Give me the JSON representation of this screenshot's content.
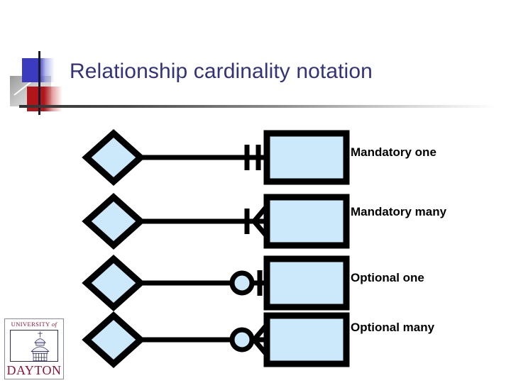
{
  "slide": {
    "title": "Relationship cardinality notation",
    "background_color": "#ffffff",
    "title_color": "#33337a"
  },
  "decor": {
    "blue_block_color": "#3b3bbf",
    "red_block_color": "#b01519",
    "gray_block_color": "#c9c9c9",
    "rule_color": "#333333"
  },
  "diagram": {
    "shape_fill": "#cce8fb",
    "shape_stroke": "#000000",
    "rows": [
      {
        "label": "Mandatory one",
        "relationship_shape": "diamond",
        "entity_shape": "rectangle",
        "cardinality": "mandatory-one",
        "connector_symbol": "double-tick"
      },
      {
        "label": "Mandatory many",
        "relationship_shape": "diamond",
        "entity_shape": "rectangle",
        "cardinality": "mandatory-many",
        "connector_symbol": "tick-crowsfoot"
      },
      {
        "label": "Optional one",
        "relationship_shape": "diamond",
        "entity_shape": "rectangle",
        "cardinality": "optional-one",
        "connector_symbol": "circle-tick"
      },
      {
        "label": "Optional many",
        "relationship_shape": "diamond",
        "entity_shape": "rectangle",
        "cardinality": "optional-many",
        "connector_symbol": "circle-crowsfoot"
      }
    ]
  },
  "logo": {
    "line1": "UNIVERSITY",
    "line1_suffix": "of",
    "line2": "DAYTON",
    "emblem": "chapel-dome",
    "color": "#8c1232"
  }
}
